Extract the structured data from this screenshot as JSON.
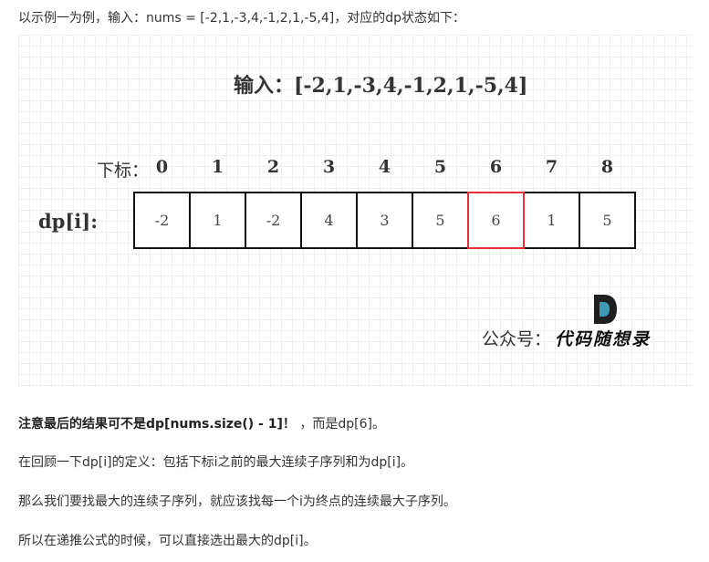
{
  "intro": "以示例一为例，输入：nums = [-2,1,-3,4,-1,2,1,-5,4]，对应的dp状态如下：",
  "figure": {
    "title": "输入：[-2,1,-3,4,-1,2,1,-5,4]",
    "index_label": "下标：",
    "indices": [
      "0",
      "1",
      "2",
      "3",
      "4",
      "5",
      "6",
      "7",
      "8"
    ],
    "row_label": "dp[i]:",
    "dp_values": [
      "-2",
      "1",
      "-2",
      "4",
      "3",
      "5",
      "6",
      "1",
      "5"
    ],
    "highlight_index": 6,
    "highlight_color": "#e8313a",
    "watermark_label": "公众号：",
    "watermark_name": "代码随想录",
    "logo_colors": {
      "dark": "#1f1f1f",
      "accent": "#3d9ab4"
    },
    "logo_icon": "letter-d-logo"
  },
  "paragraphs": {
    "p1_bold": "注意最后的结果可不是dp[nums.size() - 1]！",
    "p1_rest": "，而是dp[6]。",
    "p2": "在回顾一下dp[i]的定义：包括下标i之前的最大连续子序列和为dp[i]。",
    "p3": "那么我们要找最大的连续子序列，就应该找每一个i为终点的连续最大子序列。",
    "p4": "所以在递推公式的时候，可以直接选出最大的dp[i]。"
  }
}
